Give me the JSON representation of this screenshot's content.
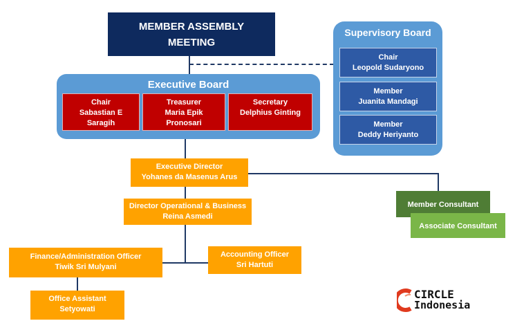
{
  "member_assembly": {
    "line1": "MEMBER ASSEMBLY",
    "line2": "MEETING"
  },
  "executive_board": {
    "title": "Executive Board",
    "chair": {
      "role": "Chair",
      "name1": "Sabastian E",
      "name2": "Saragih"
    },
    "treasurer": {
      "role": "Treasurer",
      "name1": "Maria Epik",
      "name2": "Pronosari"
    },
    "secretary": {
      "role": "Secretary",
      "name1": "Delphius Ginting"
    }
  },
  "supervisory_board": {
    "title": "Supervisory Board",
    "members": [
      {
        "role": "Chair",
        "name": "Leopold Sudaryono"
      },
      {
        "role": "Member",
        "name": "Juanita Mandagi"
      },
      {
        "role": "Member",
        "name": "Deddy Heriyanto"
      }
    ]
  },
  "executive_director": {
    "role": "Executive Director",
    "name": "Yohanes da Masenus Arus"
  },
  "director_ops": {
    "role": "Director Operational & Business",
    "name": "Reina Asmedi"
  },
  "finance_officer": {
    "role": "Finance/Administration Officer",
    "name": "Tiwik Sri Mulyani"
  },
  "accounting_officer": {
    "role": "Accounting Officer",
    "name": "Sri Hartuti"
  },
  "office_assistant": {
    "role": "Office Assistant",
    "name": "Setyowati"
  },
  "member_consultant": "Member Consultant",
  "associate_consultant": "Associate Consultant",
  "logo": {
    "word1": "CIRCLE",
    "word2": "Indonesia"
  },
  "colors": {
    "navy": "#0e2a5e",
    "board_blue": "#5b9bd5",
    "red": "#c00000",
    "orange": "#ffa200",
    "green_dark": "#4f7d35",
    "green_light": "#7ab648",
    "logo_red": "#e03a1e"
  }
}
